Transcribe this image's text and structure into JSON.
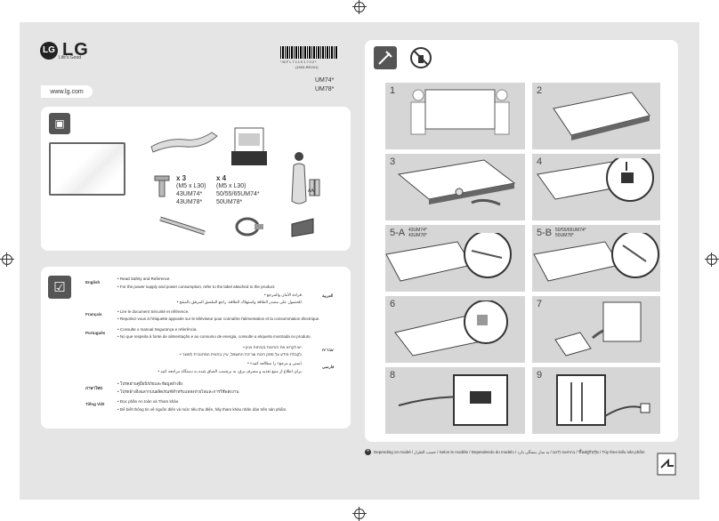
{
  "brand": {
    "logo_letters": "LG",
    "name": "LG",
    "tagline": "Life's Good"
  },
  "barcode": {
    "code": "*MFL71101702*",
    "rev": "(1903-REV01)"
  },
  "models": {
    "line1": "UM74*",
    "line2": "UM78*"
  },
  "website": "www.lg.com",
  "box_contents": {
    "screw_qty": "x 3",
    "screw_spec": "(M5 x L30)",
    "screw_models": [
      "43UM74*",
      "43UM78*"
    ],
    "screw_qty_b": "x 4",
    "screw_spec_b": "(M5 x  L30)",
    "screw_models_b": [
      "50/55/65UM74*",
      "50UM78*"
    ],
    "battery_label": "AA"
  },
  "safety": {
    "english_label": "English",
    "english_1": "• Read Safety and Reference.",
    "english_2": "• For the power supply and power consumption, refer to the label attached to the product.",
    "arabic_label": "العربية",
    "arabic_1": "• قراءة الأمان والمرجع.",
    "arabic_2": "• للحصول على مصدر الطاقة واستهلاك الطاقة، راجع الملصق المرفق بالمنتج.",
    "francais_label": "Français",
    "francais_1": "• Lire le document Sécurité et référence.",
    "francais_2": "• Reportez-vous à l'étiquette apposée sur le téléviseur pour connaître l'alimentation et la consommation électrique.",
    "portugues_label": "Português",
    "portugues_1": "• Consulte o manual Segurança e referência.",
    "portugues_2": "• No que respeita à fonte de alimentação e ao consumo de energia, consulte a etiqueta mostrada no produto.",
    "hebrew_label": "עברית",
    "hebrew_1": "• יש לקרוא את הוראות בטיחות ועיון.",
    "hebrew_2": "• לקבלת מידע על ספק הכוח וצריכת החשמל, עיין בתווית המחוברת למוצר.",
    "farsi_label": "فارسی",
    "farsi_1": "• «ایمنی و مرجع» را مطالعه کنید.",
    "farsi_2": "• برای اطلاع از منبع تغذیه و مصرف برق، به برچسب الصاق شده به دستگاه مراجعه کنید.",
    "thai_label": "ภาษาไทย",
    "thai_1": "• โปรดอ่านคู่มือนิรภัยและข้อมูลอ้างอิง",
    "thai_2": "• โปรดอ้างอิงฉลากบนผลิตภัณฑ์สำหรับแหล่งจ่ายไฟและการใช้พลังงาน",
    "viet_label": "Tiếng Việt",
    "viet_1": "• Đọc phần An toàn và Tham khảo.",
    "viet_2": "• Để biết thông tin về nguồn điện và mức tiêu thụ điện, hãy tham khảo nhãn dán trên sản phẩm."
  },
  "steps": {
    "s1": "1",
    "s2": "2",
    "s3": "3",
    "s4": "4",
    "s5a": "5-A",
    "s5a_models": [
      "43UM74*",
      "43UM78*"
    ],
    "s5b": "5-B",
    "s5b_models": [
      "50/55/65UM74*",
      "50UM78*"
    ],
    "s6": "6",
    "s7": "7",
    "s8": "8",
    "s9": "9"
  },
  "footnote": "Depending on model / حسب الطراز / Selon le modèle / Dependendo do modelo / בהתאם לדגם / به مدل بستگی دارد / ขึ้นอยู่กับรุ่น / Tùy theo kiểu sản phẩm"
}
